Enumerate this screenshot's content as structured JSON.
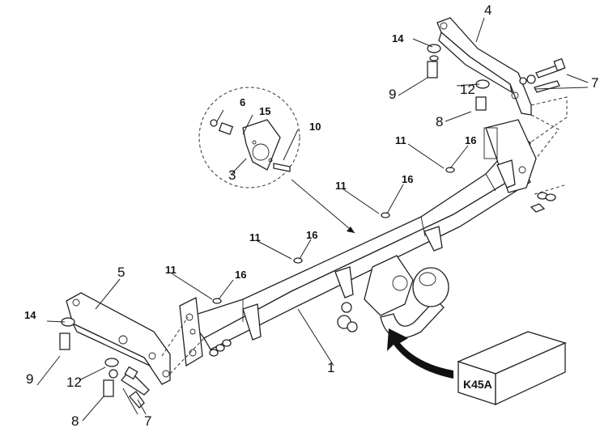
{
  "callouts": {
    "c1": "1",
    "c3": "3",
    "c4": "4",
    "c5": "5",
    "c6": "6",
    "c7a": "7",
    "c7b": "7",
    "c8a": "8",
    "c8b": "8",
    "c9a": "9",
    "c9b": "9",
    "c10": "10",
    "c11a": "11",
    "c11b": "11",
    "c11c": "11",
    "c11d": "11",
    "c12a": "12",
    "c12b": "12",
    "c14a": "14",
    "c14b": "14",
    "c15": "15",
    "c16a": "16",
    "c16b": "16",
    "c16c": "16",
    "c16d": "16"
  },
  "model_box": {
    "label": "K45A"
  }
}
